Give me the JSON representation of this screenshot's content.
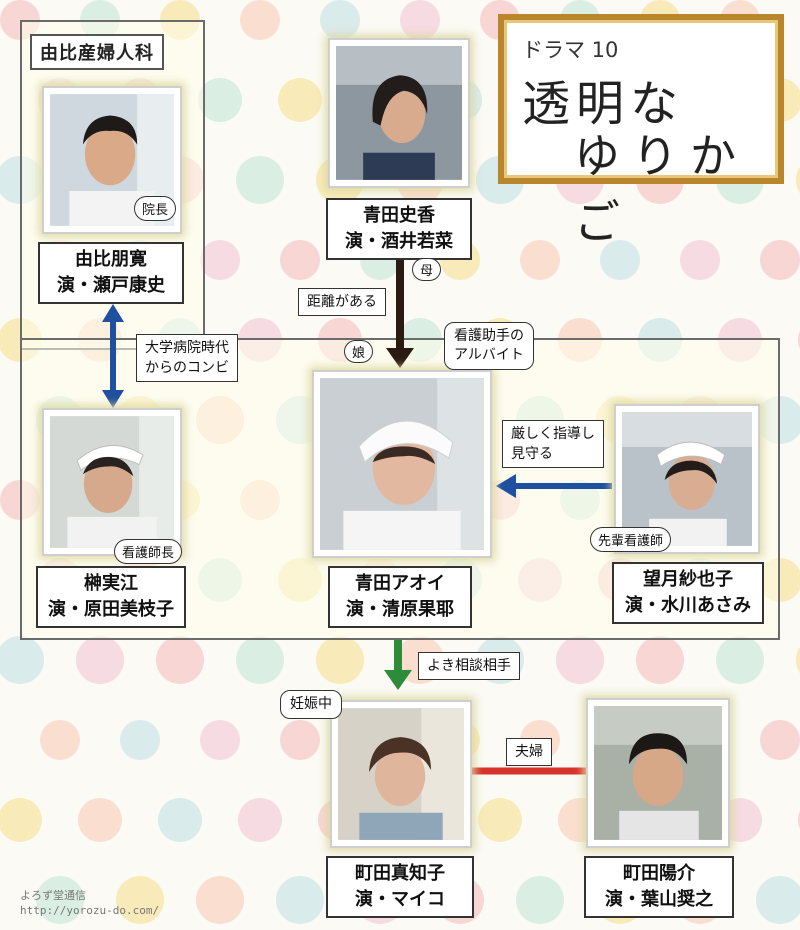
{
  "title": {
    "subtitle": "ドラマ 10",
    "line1": "透明な",
    "line2": "ゆりかご"
  },
  "region": {
    "clinic_label": "由比産婦人科"
  },
  "people": {
    "yui": {
      "name": "由比朋寛",
      "actor": "演・瀬戸康史",
      "role": "院長"
    },
    "sakaki": {
      "name": "榊実江",
      "actor": "演・原田美枝子",
      "role": "看護師長"
    },
    "fumika": {
      "name": "青田史香",
      "actor": "演・酒井若菜"
    },
    "aoi": {
      "name": "青田アオイ",
      "actor": "演・清原果耶"
    },
    "mochizuki": {
      "name": "望月紗也子",
      "actor": "演・水川あさみ",
      "role": "先輩看護師"
    },
    "machiko": {
      "name": "町田真知子",
      "actor": "演・マイコ"
    },
    "yosuke": {
      "name": "町田陽介",
      "actor": "演・葉山奨之"
    }
  },
  "relations": {
    "combo_line1": "大学病院時代",
    "combo_line2": "からのコンビ",
    "mother": "母",
    "distance": "距離がある",
    "daughter": "娘",
    "aoi_bubble_line1": "看護助手の",
    "aoi_bubble_line2": "アルバイト",
    "strict_line1": "厳しく指導し",
    "strict_line2": "見守る",
    "consult": "よき相談相手",
    "pregnant": "妊娠中",
    "couple": "夫婦"
  },
  "credit": {
    "site": "よろず堂通信",
    "url": "http://yorozu-do.com/"
  },
  "colors": {
    "blue_arrow": "#1f4f9f",
    "dark_arrow": "#2a1a12",
    "green_arrow": "#2e8b3a",
    "red_line": "#d8322b",
    "frame": "#b9862e"
  }
}
